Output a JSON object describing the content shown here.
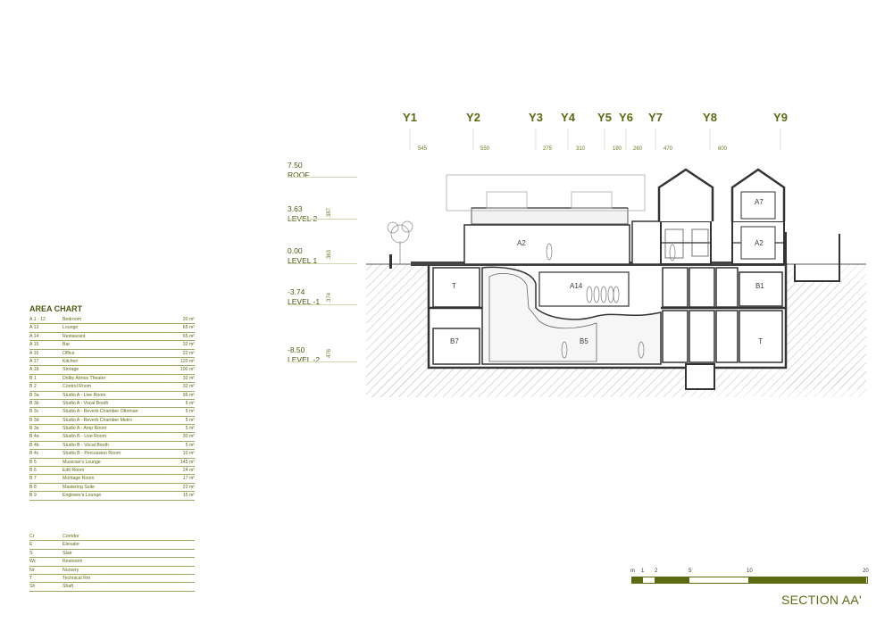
{
  "colors": {
    "accent": "#5a6b12",
    "line": "#333333",
    "hatch": "#bbbbbb"
  },
  "axes": [
    {
      "label": "Y1",
      "dim": "545"
    },
    {
      "label": "Y2",
      "dim": "550"
    },
    {
      "label": "Y3",
      "dim": "275"
    },
    {
      "label": "Y4",
      "dim": "310"
    },
    {
      "label": "Y5",
      "dim": "180"
    },
    {
      "label": "Y6",
      "dim": "260"
    },
    {
      "label": "Y7",
      "dim": "470"
    },
    {
      "label": "Y8",
      "dim": "600"
    },
    {
      "label": "Y9",
      "dim": ""
    }
  ],
  "levels": [
    {
      "elev": "7.50",
      "name": "ROOF",
      "dim": ""
    },
    {
      "elev": "3.63",
      "name": "LEVEL 2",
      "dim": "387"
    },
    {
      "elev": "0.00",
      "name": "LEVEL 1",
      "dim": "363"
    },
    {
      "elev": "-3.74",
      "name": "LEVEL -1",
      "dim": "374"
    },
    {
      "elev": "-8.50",
      "name": "LEVEL -2",
      "dim": "476"
    }
  ],
  "area_chart": {
    "title": "AREA CHART",
    "rows": [
      {
        "code": "A 1 - 12",
        "name": "Bedroom",
        "area": "20 m²"
      },
      {
        "code": "A 13",
        "name": "Lounge",
        "area": "65 m²"
      },
      {
        "code": "A 14",
        "name": "Restaurant",
        "area": "65 m²"
      },
      {
        "code": "A 15",
        "name": "Bar",
        "area": "32 m²"
      },
      {
        "code": "A 16",
        "name": "Office",
        "area": "22 m²"
      },
      {
        "code": "A 17",
        "name": "Kitchen",
        "area": "120 m²"
      },
      {
        "code": "A 18",
        "name": "Storage",
        "area": "100 m²"
      },
      {
        "code": "B 1",
        "name": "Dolby Atmos Theater",
        "area": "32 m²"
      },
      {
        "code": "B 2",
        "name": "Control Room",
        "area": "32 m²"
      },
      {
        "code": "B 3a",
        "name": "Studio A - Live Room",
        "area": "96 m²"
      },
      {
        "code": "B 3b",
        "name": "Studio A - Vocal Booth",
        "area": "6 m²"
      },
      {
        "code": "B 3c",
        "name": "Studio A - Reverb Chamber Ottoman",
        "area": "5 m²"
      },
      {
        "code": "B 3d",
        "name": "Studio A - Reverb Chamber Metro",
        "area": "5 m²"
      },
      {
        "code": "B 3e",
        "name": "Studio A - Amp Room",
        "area": "5 m²"
      },
      {
        "code": "B 4a",
        "name": "Studio B - Live Room",
        "area": "30 m²"
      },
      {
        "code": "B 4b",
        "name": "Studio B - Vocal Booth",
        "area": "5 m²"
      },
      {
        "code": "B 4c",
        "name": "Studio B - Percussion Room",
        "area": "10 m²"
      },
      {
        "code": "B 5",
        "name": "Musician's Lounge",
        "area": "145 m²"
      },
      {
        "code": "B 6",
        "name": "Edit Room",
        "area": "24 m²"
      },
      {
        "code": "B 7",
        "name": "Montage Room",
        "area": "17 m²"
      },
      {
        "code": "B 8",
        "name": "Mastering Suite",
        "area": "22 m²"
      },
      {
        "code": "B 9",
        "name": "Engineer's Lounge",
        "area": "15 m²"
      }
    ],
    "legend": [
      {
        "code": "Cr",
        "name": "Corridor"
      },
      {
        "code": "E",
        "name": "Elevator"
      },
      {
        "code": "S",
        "name": "Stair"
      },
      {
        "code": "Wc",
        "name": "Restroom"
      },
      {
        "code": "Nr",
        "name": "Nursery"
      },
      {
        "code": "T",
        "name": "Technical Rm"
      },
      {
        "code": "Sh",
        "name": "Shaft"
      }
    ]
  },
  "rooms": {
    "a2_lower": "A2",
    "a2_upper": "A2",
    "a7": "A7",
    "a14": "A14",
    "b1": "B1",
    "b5": "B5",
    "b7": "B7",
    "t_left": "T",
    "t_right": "T"
  },
  "scale": {
    "unit": "m",
    "ticks": [
      "1",
      "2",
      "5",
      "10",
      "20"
    ]
  },
  "section_title": "SECTION AA'"
}
